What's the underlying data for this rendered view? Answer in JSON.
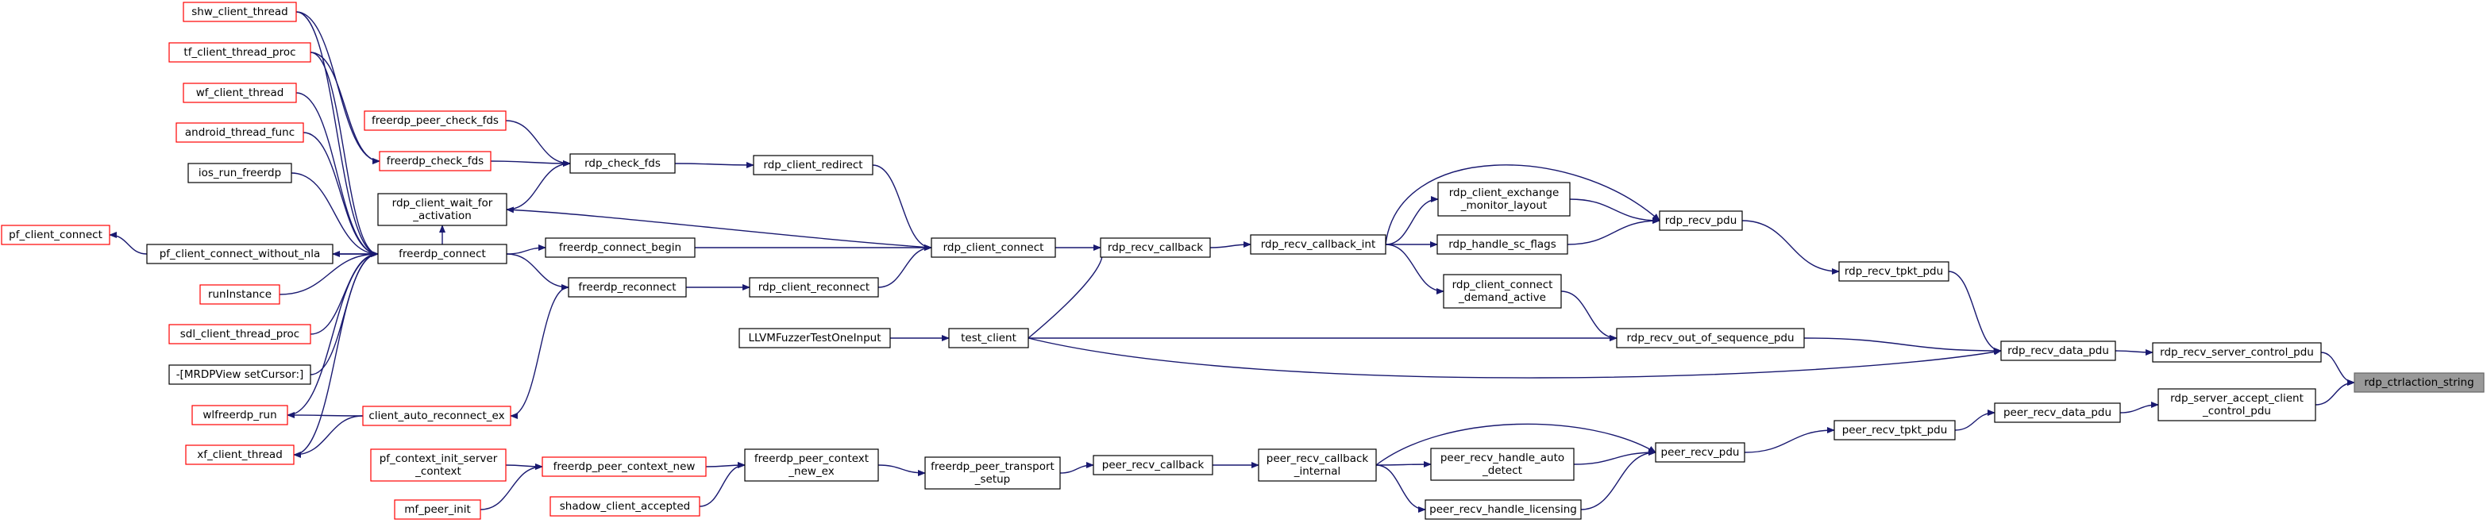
{
  "graph": {
    "root": "rdp_ctrlaction_string",
    "nodes": [
      {
        "id": "shw_client_thread",
        "lines": [
          "shw_client_thread"
        ],
        "style": "red"
      },
      {
        "id": "tf_client_thread_proc",
        "lines": [
          "tf_client_thread_proc"
        ],
        "style": "red"
      },
      {
        "id": "wf_client_thread",
        "lines": [
          "wf_client_thread"
        ],
        "style": "red"
      },
      {
        "id": "android_thread_func",
        "lines": [
          "android_thread_func"
        ],
        "style": "red"
      },
      {
        "id": "ios_run_freerdp",
        "lines": [
          "ios_run_freerdp"
        ],
        "style": "black"
      },
      {
        "id": "pf_client_connect",
        "lines": [
          "pf_client_connect"
        ],
        "style": "red"
      },
      {
        "id": "pf_client_connect_without_nla",
        "lines": [
          "pf_client_connect_without_nla"
        ],
        "style": "black"
      },
      {
        "id": "runInstance",
        "lines": [
          "runInstance"
        ],
        "style": "red"
      },
      {
        "id": "sdl_client_thread_proc",
        "lines": [
          "sdl_client_thread_proc"
        ],
        "style": "red"
      },
      {
        "id": "mrdpview_setcursor",
        "lines": [
          "-[MRDPView setCursor:]"
        ],
        "style": "black"
      },
      {
        "id": "wlfreerdp_run",
        "lines": [
          "wlfreerdp_run"
        ],
        "style": "red"
      },
      {
        "id": "xf_client_thread",
        "lines": [
          "xf_client_thread"
        ],
        "style": "red"
      },
      {
        "id": "freerdp_peer_check_fds",
        "lines": [
          "freerdp_peer_check_fds"
        ],
        "style": "red"
      },
      {
        "id": "freerdp_check_fds",
        "lines": [
          "freerdp_check_fds"
        ],
        "style": "red"
      },
      {
        "id": "rdp_client_wait_for_activation",
        "lines": [
          "rdp_client_wait_for",
          "_activation"
        ],
        "style": "black"
      },
      {
        "id": "freerdp_connect",
        "lines": [
          "freerdp_connect"
        ],
        "style": "black"
      },
      {
        "id": "client_auto_reconnect_ex",
        "lines": [
          "client_auto_reconnect_ex"
        ],
        "style": "red"
      },
      {
        "id": "pf_context_init_server_context",
        "lines": [
          "pf_context_init_server",
          "_context"
        ],
        "style": "red"
      },
      {
        "id": "mf_peer_init",
        "lines": [
          "mf_peer_init"
        ],
        "style": "red"
      },
      {
        "id": "rdp_check_fds",
        "lines": [
          "rdp_check_fds"
        ],
        "style": "black"
      },
      {
        "id": "freerdp_connect_begin",
        "lines": [
          "freerdp_connect_begin"
        ],
        "style": "black"
      },
      {
        "id": "freerdp_reconnect",
        "lines": [
          "freerdp_reconnect"
        ],
        "style": "black"
      },
      {
        "id": "freerdp_peer_context_new",
        "lines": [
          "freerdp_peer_context_new"
        ],
        "style": "red"
      },
      {
        "id": "shadow_client_accepted",
        "lines": [
          "shadow_client_accepted"
        ],
        "style": "red"
      },
      {
        "id": "LLVMFuzzerTestOneInput",
        "lines": [
          "LLVMFuzzerTestOneInput"
        ],
        "style": "black"
      },
      {
        "id": "rdp_client_redirect",
        "lines": [
          "rdp_client_redirect"
        ],
        "style": "black"
      },
      {
        "id": "rdp_client_reconnect",
        "lines": [
          "rdp_client_reconnect"
        ],
        "style": "black"
      },
      {
        "id": "freerdp_peer_context_new_ex",
        "lines": [
          "freerdp_peer_context",
          "_new_ex"
        ],
        "style": "black"
      },
      {
        "id": "rdp_client_connect",
        "lines": [
          "rdp_client_connect"
        ],
        "style": "black"
      },
      {
        "id": "test_client",
        "lines": [
          "test_client"
        ],
        "style": "black"
      },
      {
        "id": "freerdp_peer_transport_setup",
        "lines": [
          "freerdp_peer_transport",
          "_setup"
        ],
        "style": "black"
      },
      {
        "id": "rdp_recv_callback",
        "lines": [
          "rdp_recv_callback"
        ],
        "style": "black"
      },
      {
        "id": "peer_recv_callback",
        "lines": [
          "peer_recv_callback"
        ],
        "style": "black"
      },
      {
        "id": "rdp_recv_callback_int",
        "lines": [
          "rdp_recv_callback_int"
        ],
        "style": "black"
      },
      {
        "id": "peer_recv_callback_internal",
        "lines": [
          "peer_recv_callback",
          "_internal"
        ],
        "style": "black"
      },
      {
        "id": "rdp_client_exchange_monitor_layout",
        "lines": [
          "rdp_client_exchange",
          "_monitor_layout"
        ],
        "style": "black"
      },
      {
        "id": "rdp_handle_sc_flags",
        "lines": [
          "rdp_handle_sc_flags"
        ],
        "style": "black"
      },
      {
        "id": "rdp_client_connect_demand_active",
        "lines": [
          "rdp_client_connect",
          "_demand_active"
        ],
        "style": "black"
      },
      {
        "id": "peer_recv_handle_auto_detect",
        "lines": [
          "peer_recv_handle_auto",
          "_detect"
        ],
        "style": "black"
      },
      {
        "id": "peer_recv_handle_licensing",
        "lines": [
          "peer_recv_handle_licensing"
        ],
        "style": "black"
      },
      {
        "id": "rdp_recv_out_of_sequence_pdu",
        "lines": [
          "rdp_recv_out_of_sequence_pdu"
        ],
        "style": "black"
      },
      {
        "id": "rdp_recv_pdu",
        "lines": [
          "rdp_recv_pdu"
        ],
        "style": "black"
      },
      {
        "id": "peer_recv_pdu",
        "lines": [
          "peer_recv_pdu"
        ],
        "style": "black"
      },
      {
        "id": "rdp_recv_tpkt_pdu",
        "lines": [
          "rdp_recv_tpkt_pdu"
        ],
        "style": "black"
      },
      {
        "id": "peer_recv_tpkt_pdu",
        "lines": [
          "peer_recv_tpkt_pdu"
        ],
        "style": "black"
      },
      {
        "id": "rdp_recv_data_pdu",
        "lines": [
          "rdp_recv_data_pdu"
        ],
        "style": "black"
      },
      {
        "id": "peer_recv_data_pdu",
        "lines": [
          "peer_recv_data_pdu"
        ],
        "style": "black"
      },
      {
        "id": "rdp_recv_server_control_pdu",
        "lines": [
          "rdp_recv_server_control_pdu"
        ],
        "style": "black"
      },
      {
        "id": "rdp_server_accept_client_control_pdu",
        "lines": [
          "rdp_server_accept_client",
          "_control_pdu"
        ],
        "style": "black"
      },
      {
        "id": "rdp_ctrlaction_string",
        "lines": [
          "rdp_ctrlaction_string"
        ],
        "style": "root"
      }
    ],
    "edges": [
      [
        "shw_client_thread",
        "freerdp_connect"
      ],
      [
        "shw_client_thread",
        "freerdp_check_fds"
      ],
      [
        "tf_client_thread_proc",
        "freerdp_connect"
      ],
      [
        "tf_client_thread_proc",
        "freerdp_check_fds"
      ],
      [
        "wf_client_thread",
        "freerdp_connect"
      ],
      [
        "android_thread_func",
        "freerdp_connect"
      ],
      [
        "ios_run_freerdp",
        "freerdp_connect"
      ],
      [
        "pf_client_connect_without_nla",
        "pf_client_connect"
      ],
      [
        "pf_client_connect_without_nla",
        "freerdp_connect"
      ],
      [
        "runInstance",
        "freerdp_connect"
      ],
      [
        "sdl_client_thread_proc",
        "freerdp_connect"
      ],
      [
        "mrdpview_setcursor",
        "freerdp_connect"
      ],
      [
        "wlfreerdp_run",
        "freerdp_connect"
      ],
      [
        "xf_client_thread",
        "freerdp_connect"
      ],
      [
        "client_auto_reconnect_ex",
        "wlfreerdp_run"
      ],
      [
        "client_auto_reconnect_ex",
        "xf_client_thread"
      ],
      [
        "freerdp_peer_check_fds",
        "rdp_check_fds"
      ],
      [
        "freerdp_check_fds",
        "rdp_check_fds"
      ],
      [
        "rdp_client_wait_for_activation",
        "rdp_check_fds"
      ],
      [
        "freerdp_connect",
        "pf_client_connect_without_nla"
      ],
      [
        "freerdp_connect",
        "freerdp_connect_begin"
      ],
      [
        "freerdp_connect",
        "freerdp_reconnect"
      ],
      [
        "freerdp_connect",
        "rdp_client_wait_for_activation"
      ],
      [
        "freerdp_reconnect",
        "client_auto_reconnect_ex"
      ],
      [
        "rdp_check_fds",
        "rdp_client_redirect"
      ],
      [
        "freerdp_connect_begin",
        "rdp_client_connect"
      ],
      [
        "freerdp_reconnect",
        "rdp_client_reconnect"
      ],
      [
        "rdp_client_redirect",
        "rdp_client_connect"
      ],
      [
        "rdp_client_reconnect",
        "rdp_client_connect"
      ],
      [
        "rdp_client_connect",
        "rdp_client_wait_for_activation"
      ],
      [
        "rdp_client_connect",
        "rdp_recv_callback"
      ],
      [
        "test_client",
        "rdp_recv_callback"
      ],
      [
        "LLVMFuzzerTestOneInput",
        "test_client"
      ],
      [
        "pf_context_init_server_context",
        "freerdp_peer_context_new"
      ],
      [
        "mf_peer_init",
        "freerdp_peer_context_new"
      ],
      [
        "freerdp_peer_context_new",
        "freerdp_peer_context_new_ex"
      ],
      [
        "shadow_client_accepted",
        "freerdp_peer_context_new_ex"
      ],
      [
        "freerdp_peer_context_new_ex",
        "freerdp_peer_transport_setup"
      ],
      [
        "freerdp_peer_transport_setup",
        "peer_recv_callback"
      ],
      [
        "peer_recv_callback",
        "peer_recv_callback_internal"
      ],
      [
        "rdp_recv_callback",
        "rdp_recv_callback_int"
      ],
      [
        "rdp_recv_callback_int",
        "rdp_client_exchange_monitor_layout"
      ],
      [
        "rdp_recv_callback_int",
        "rdp_handle_sc_flags"
      ],
      [
        "rdp_recv_callback_int",
        "rdp_client_connect_demand_active"
      ],
      [
        "rdp_recv_callback_int",
        "rdp_recv_pdu"
      ],
      [
        "rdp_client_exchange_monitor_layout",
        "rdp_recv_pdu"
      ],
      [
        "rdp_handle_sc_flags",
        "rdp_recv_pdu"
      ],
      [
        "rdp_client_connect_demand_active",
        "rdp_recv_out_of_sequence_pdu"
      ],
      [
        "test_client",
        "rdp_recv_out_of_sequence_pdu"
      ],
      [
        "test_client",
        "rdp_recv_data_pdu"
      ],
      [
        "peer_recv_callback_internal",
        "peer_recv_handle_auto_detect"
      ],
      [
        "peer_recv_callback_internal",
        "peer_recv_handle_licensing"
      ],
      [
        "peer_recv_callback_internal",
        "peer_recv_pdu"
      ],
      [
        "peer_recv_handle_auto_detect",
        "peer_recv_pdu"
      ],
      [
        "peer_recv_handle_licensing",
        "peer_recv_pdu"
      ],
      [
        "rdp_recv_pdu",
        "rdp_recv_tpkt_pdu"
      ],
      [
        "rdp_recv_tpkt_pdu",
        "rdp_recv_data_pdu"
      ],
      [
        "rdp_recv_out_of_sequence_pdu",
        "rdp_recv_data_pdu"
      ],
      [
        "peer_recv_pdu",
        "peer_recv_tpkt_pdu"
      ],
      [
        "peer_recv_tpkt_pdu",
        "peer_recv_data_pdu"
      ],
      [
        "rdp_recv_data_pdu",
        "rdp_recv_server_control_pdu"
      ],
      [
        "peer_recv_data_pdu",
        "rdp_server_accept_client_control_pdu"
      ],
      [
        "rdp_recv_server_control_pdu",
        "rdp_ctrlaction_string"
      ],
      [
        "rdp_server_accept_client_control_pdu",
        "rdp_ctrlaction_string"
      ]
    ],
    "colors": {
      "edge": "#191970",
      "red_border": "#ff0000",
      "black_border": "#000000",
      "root_fill": "#999999",
      "root_border": "#666666",
      "text": "#000000"
    }
  }
}
